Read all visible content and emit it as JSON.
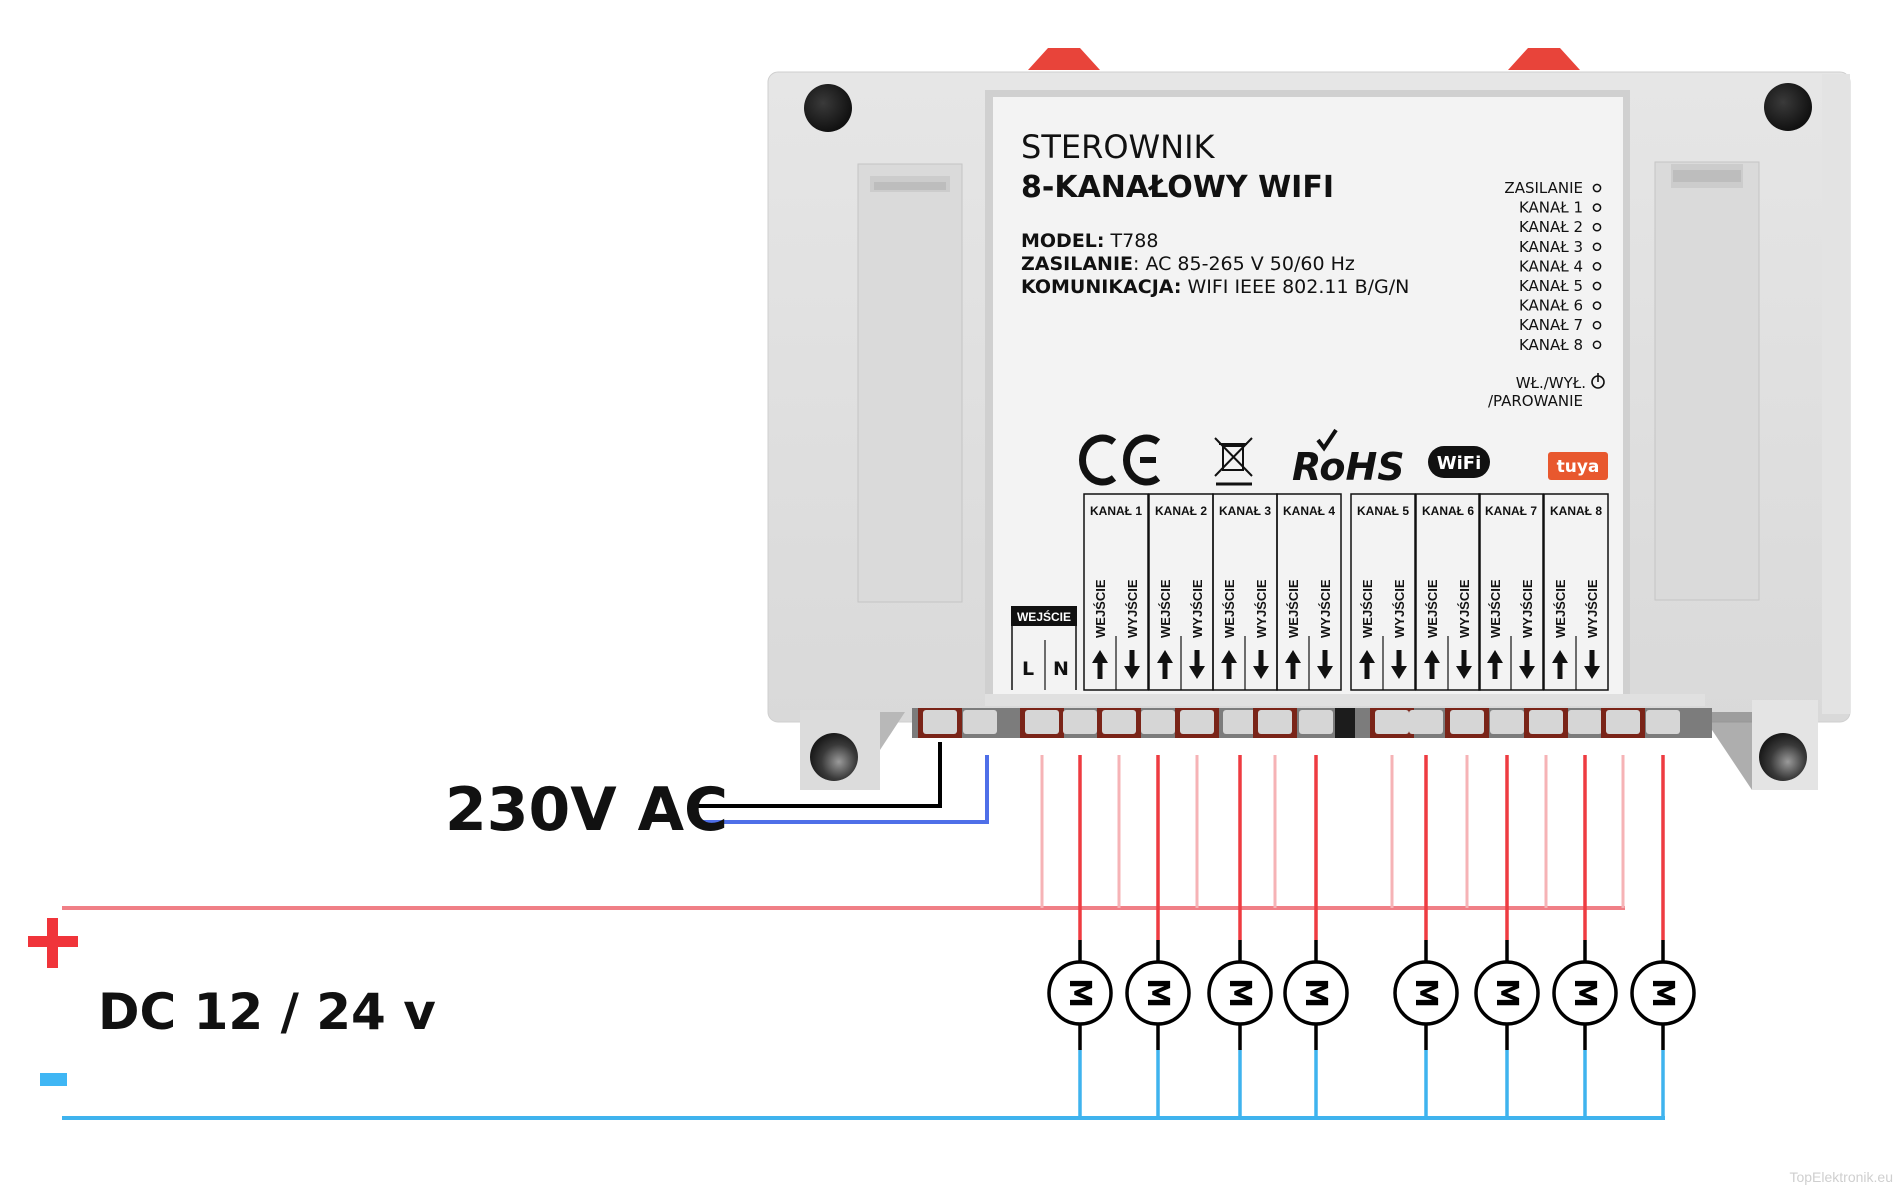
{
  "device": {
    "title_line1": "STEROWNIK",
    "title_line2": "8-KANAŁOWY WIFI",
    "specs": [
      {
        "key": "MODEL:",
        "value": " T788"
      },
      {
        "key": "ZASILANIE",
        "value": ": AC 85-265 V 50/60 Hz"
      },
      {
        "key": "KOMUNIKACJA:",
        "value": " WIFI IEEE 802.11 B/G/N"
      }
    ],
    "leds": [
      "ZASILANIE",
      "KANAŁ 1",
      "KANAŁ 2",
      "KANAŁ 3",
      "KANAŁ 4",
      "KANAŁ 5",
      "KANAŁ 6",
      "KANAŁ 7",
      "KANAŁ 8"
    ],
    "button_label_1": "WŁ./WYŁ.",
    "button_label_2": "/PAROWANIE",
    "logos": {
      "ce": "CE",
      "weee": "weee-bin-icon",
      "rohs": "RoHS",
      "wifi": "WiFi",
      "tuya": "tuya"
    },
    "power_block": {
      "header": "WEJŚCIE",
      "terminals": [
        "L",
        "N"
      ]
    },
    "channels": [
      "KANAŁ 1",
      "KANAŁ 2",
      "KANAŁ 3",
      "KANAŁ 4",
      "KANAŁ 5",
      "KANAŁ 6",
      "KANAŁ 7",
      "KANAŁ 8"
    ],
    "channel_in_label": "WEJŚCIE",
    "channel_out_label": "WYJŚCIE"
  },
  "wiring": {
    "ac_label": "230V AC",
    "dc_label": "DC 12 / 24 v",
    "plus_symbol": "+",
    "minus_symbol": "-",
    "motor_symbol": "M",
    "motor_count": 8,
    "colors": {
      "live": "#000000",
      "neutral": "#4f6fe8",
      "dc_plus": "#f07f86",
      "channel_in": "#f6b3b6",
      "channel_out": "#ee3b41",
      "dc_minus": "#3fb3ee",
      "plus_sign": "#f0343a",
      "minus_sign": "#3fb6f4"
    }
  },
  "watermark": "TopElektronik.eu"
}
